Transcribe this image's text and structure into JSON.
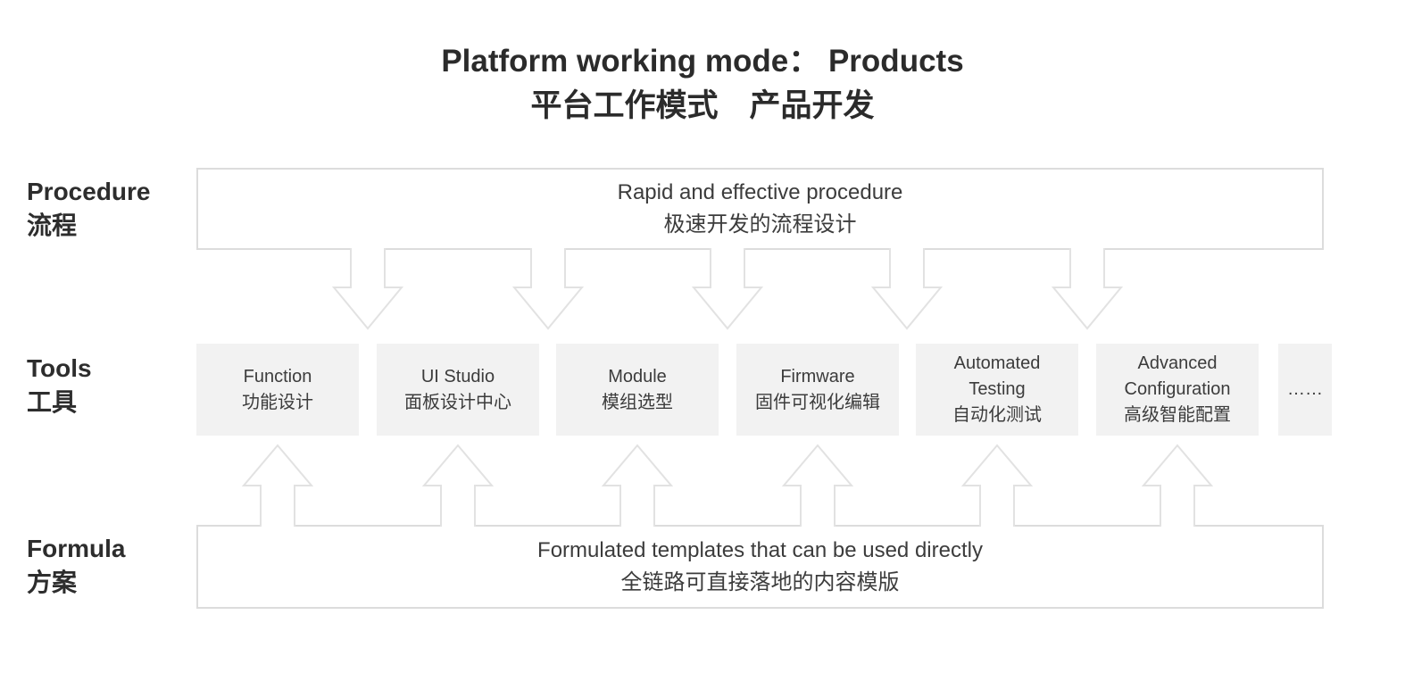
{
  "title": {
    "en": "Platform working mode： Products",
    "zh": "平台工作模式　产品开发"
  },
  "rows": {
    "procedure": {
      "label_en": "Procedure",
      "label_zh": "流程",
      "box_en": "Rapid and effective procedure",
      "box_zh": "极速开发的流程设计"
    },
    "tools": {
      "label_en": "Tools",
      "label_zh": "工具",
      "boxes": [
        {
          "line1": "Function",
          "line2": "功能设计"
        },
        {
          "line1": "UI Studio",
          "line2": "面板设计中心"
        },
        {
          "line1": "Module",
          "line2": "模组选型"
        },
        {
          "line1": "Firmware",
          "line2": "固件可视化编辑"
        },
        {
          "line1": "Automated",
          "line2": "Testing",
          "line3": "自动化测试"
        },
        {
          "line1": "Advanced",
          "line2": "Configuration",
          "line3": "高级智能配置"
        },
        {
          "line1": "……"
        }
      ]
    },
    "formula": {
      "label_en": "Formula",
      "label_zh": "方案",
      "box_en": "Formulated templates that can be used directly",
      "box_zh": "全链路可直接落地的内容模版"
    }
  },
  "colors": {
    "box_border": "#dcdcdc",
    "arrow_outline": "#e2e2e2",
    "tool_box_fill": "#f2f2f2",
    "title_text": "#2b2b2b",
    "label_text": "#2d2d2d",
    "body_text": "#3c3c3c"
  }
}
